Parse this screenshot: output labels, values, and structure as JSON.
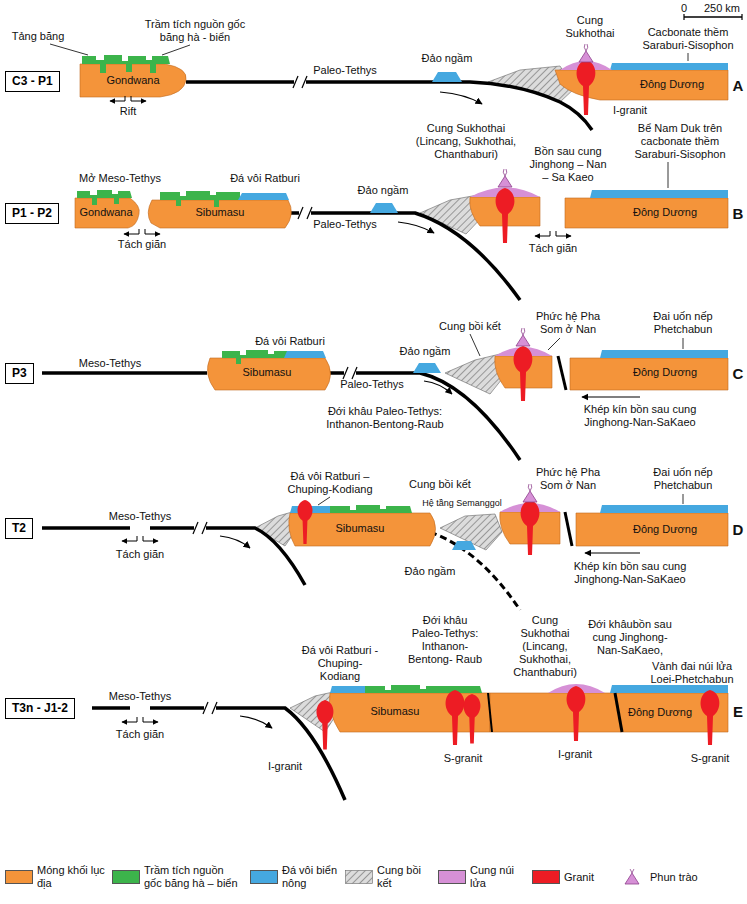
{
  "diagram": {
    "nodes": [
      {
        "text": [
          "C3 - P1"
        ]
      },
      {
        "text": [
          "P1 - P2"
        ]
      },
      {
        "text": [
          "P3"
        ]
      },
      {
        "text": [
          "T2"
        ]
      },
      {
        "text": [
          "T3n - J1-2"
        ]
      }
    ],
    "labels": [
      "0",
      "250 km",
      "Tảng băng",
      "Trầm tích nguồn gốc băng hà - biển",
      "Gondwana",
      "Rift",
      "Paleo-Tethys",
      "Đảo ngầm",
      "Cung Sukhothai",
      "Cacbonate thềm Saraburi-Sisophon",
      "Đông Dương",
      "A",
      "I-granit",
      "Mở Meso-Tethys",
      "Đá vôi Ratburi",
      "Gondwana",
      "Sibumasu",
      "Tách giãn",
      "Đảo ngầm",
      "Paleo-Tethys",
      "Cung Sukhothai (Lincang, Sukhothai, Chanthaburi)",
      "Bồn sau cung Jinghong – Nan – Sa Kaeo",
      "Bể Nam Duk trên cacbonate thềm Saraburi-Sisophon",
      "Đông Dương",
      "B",
      "Tách giãn",
      "Meso-Tethys",
      "Đá vôi Ratburi",
      "Sibumasu",
      "Đảo ngầm",
      "Paleo-Tethys",
      "Cung bồi kết",
      "Phức hệ Pha Som ở Nan",
      "Đai uốn nếp Phetchabun",
      "Đông Dương",
      "C",
      "Đới khâu Paleo-Tethys: Inthanon-Bentong-Raub",
      "Khép kín bồn sau cung Jinghong-Nan-SaKaeo",
      "Meso-Tethys",
      "Tách giãn",
      "Đá vôi Ratburi – Chuping-Kodiang",
      "Cung bồi kết",
      "Phức hệ Pha Som ở Nan",
      "Đai uốn nếp Phetchabun",
      "Hệ tầng Semanggol",
      "Sibumasu",
      "Đảo ngầm",
      "Đông Dương",
      "D",
      "Khép kín bồn sau cung Jinghong-Nan-SaKaeo",
      "Meso-Tethys",
      "Tách giãn",
      "Đá vôi Ratburi - Chuping- Kodiang",
      "Đới khâu Paleo-Tethys: Inthanon- Bentong- Raub",
      "Cung Sukhothai (Lincang, Sukhothai, Chanthaburi)",
      "Đới khâubồn sau cung Jinghong- Nan-SaKaeo,",
      "Vành đai núi lửa Loei-Phetchabun",
      "Sibumasu",
      "Đông Dương",
      "E",
      "I-granit",
      "S-granit",
      "I-granit",
      "S-granit"
    ],
    "legend": [
      {
        "text": "Móng khối lục địa",
        "color": "#f4943a"
      },
      {
        "text": "Trầm tích nguồn gốc băng hà – biển",
        "color": "#3cb44b"
      },
      {
        "text": "Đá vôi biển nông",
        "color": "#45a8e0"
      },
      {
        "text": "Cung bồi kết"
      },
      {
        "text": "Cung núi lửa",
        "color": "#d690d6"
      },
      {
        "text": "Granit",
        "color": "#ed1c24"
      },
      {
        "text": "Phun trào"
      }
    ]
  }
}
